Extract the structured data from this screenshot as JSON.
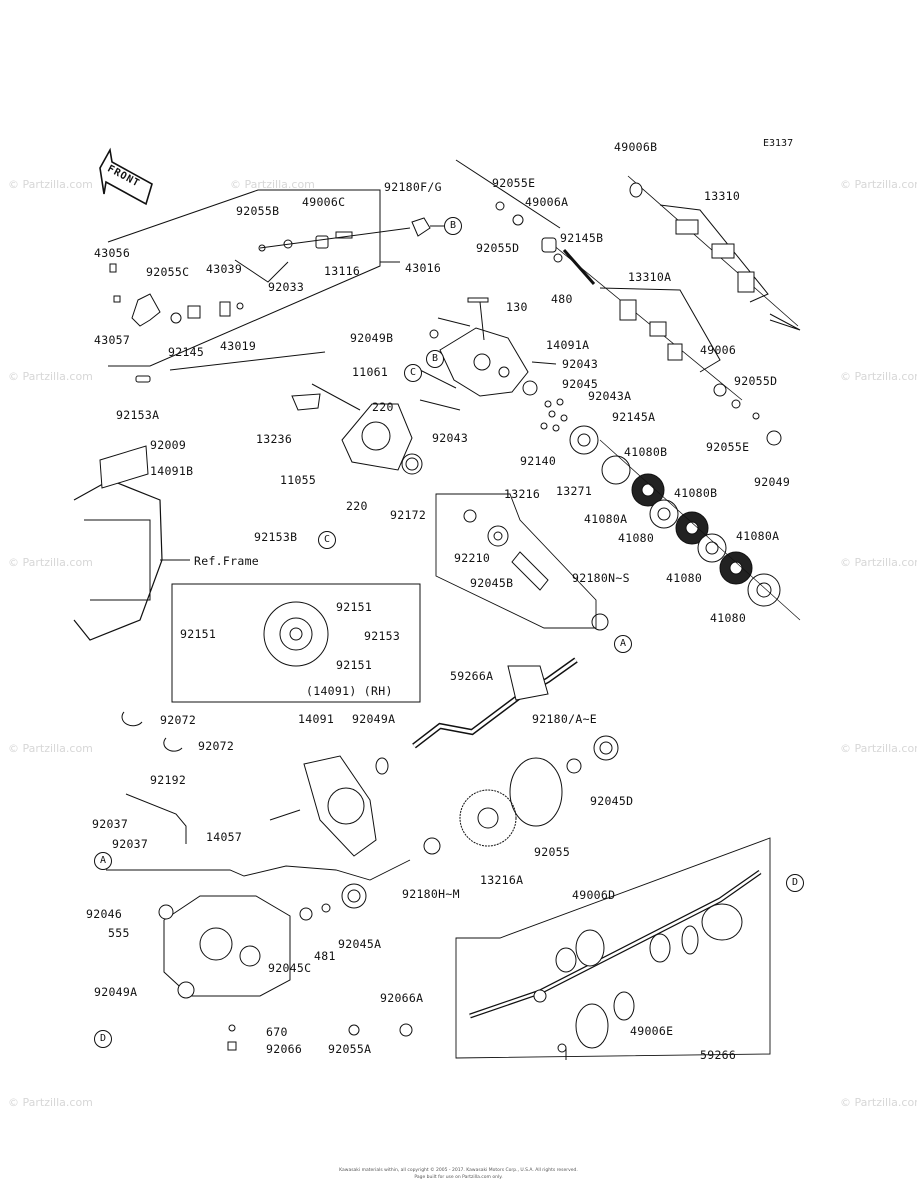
{
  "diagram_code": "E3137",
  "front_label": "FRONT",
  "watermark": "© Partzilla.com",
  "callouts": [
    "A",
    "B",
    "C",
    "D"
  ],
  "inset_label": "(14091)  (RH)",
  "ref_frame": "Ref.Frame",
  "copyright_line1": "Kawasaki materials within, all copyright © 2005 - 2017. Kawasaki Motors Corp., U.S.A. All rights reserved.",
  "copyright_line2": "Page built for use on Partzilla.com only.",
  "parts": {
    "p49006B": "49006B",
    "p13310": "13310",
    "p92055E": "92055E",
    "p49006A": "49006A",
    "p92055D_top": "92055D",
    "p92145B": "92145B",
    "p480": "480",
    "p13310A": "13310A",
    "p92180FG": "92180F/G",
    "p92055B": "92055B",
    "p49006C": "49006C",
    "p43056": "43056",
    "p92055C": "92055C",
    "p43039": "43039",
    "p92033": "92033",
    "p13116": "13116",
    "p43016": "43016",
    "p43057": "43057",
    "p92145": "92145",
    "p43019": "43019",
    "p92153A": "92153A",
    "p130": "130",
    "p92049B": "92049B",
    "p14091A": "14091A",
    "p92043_a": "92043",
    "p92045": "92045",
    "p92043_b": "92043",
    "p11061": "11061",
    "p220_a": "220",
    "p220_b": "220",
    "p13236": "13236",
    "p49006": "49006",
    "p92055D_r": "92055D",
    "p92043A": "92043A",
    "p92145A": "92145A",
    "p92055E_r": "92055E",
    "p92140": "92140",
    "p41080B_a": "41080B",
    "p92049": "92049",
    "p13271": "13271",
    "p41080A_a": "41080A",
    "p41080B_b": "41080B",
    "p41080_a": "41080",
    "p41080A_b": "41080A",
    "p41080_b": "41080",
    "p41080_c": "41080",
    "p92009": "92009",
    "p14091B": "14091B",
    "p11055": "11055",
    "p92153B": "92153B",
    "p92172": "92172",
    "p13216": "13216",
    "p92210": "92210",
    "p92045B": "92045B",
    "p92180NS": "92180N~S",
    "p92151_a": "92151",
    "p92151_b": "92151",
    "p92153": "92153",
    "p92151_c": "92151",
    "p59266A": "59266A",
    "p92072_a": "92072",
    "p92072_b": "92072",
    "p14091": "14091",
    "p92049A": "92049A",
    "p92180AE": "92180/A~E",
    "p92045D": "92045D",
    "p92192": "92192",
    "p92037_a": "92037",
    "p92037_b": "92037",
    "p92055": "92055",
    "p14057": "14057",
    "p13216A": "13216A",
    "p92180HM": "92180H~M",
    "p49006D": "49006D",
    "p92046": "92046",
    "p555": "555",
    "p481": "481",
    "p92045A": "92045A",
    "p92045C": "92045C",
    "p92066A": "92066A",
    "p92049A_b": "92049A",
    "p49006E": "49006E",
    "p670": "670",
    "p92066": "92066",
    "p92055A": "92055A",
    "p59266": "59266"
  }
}
